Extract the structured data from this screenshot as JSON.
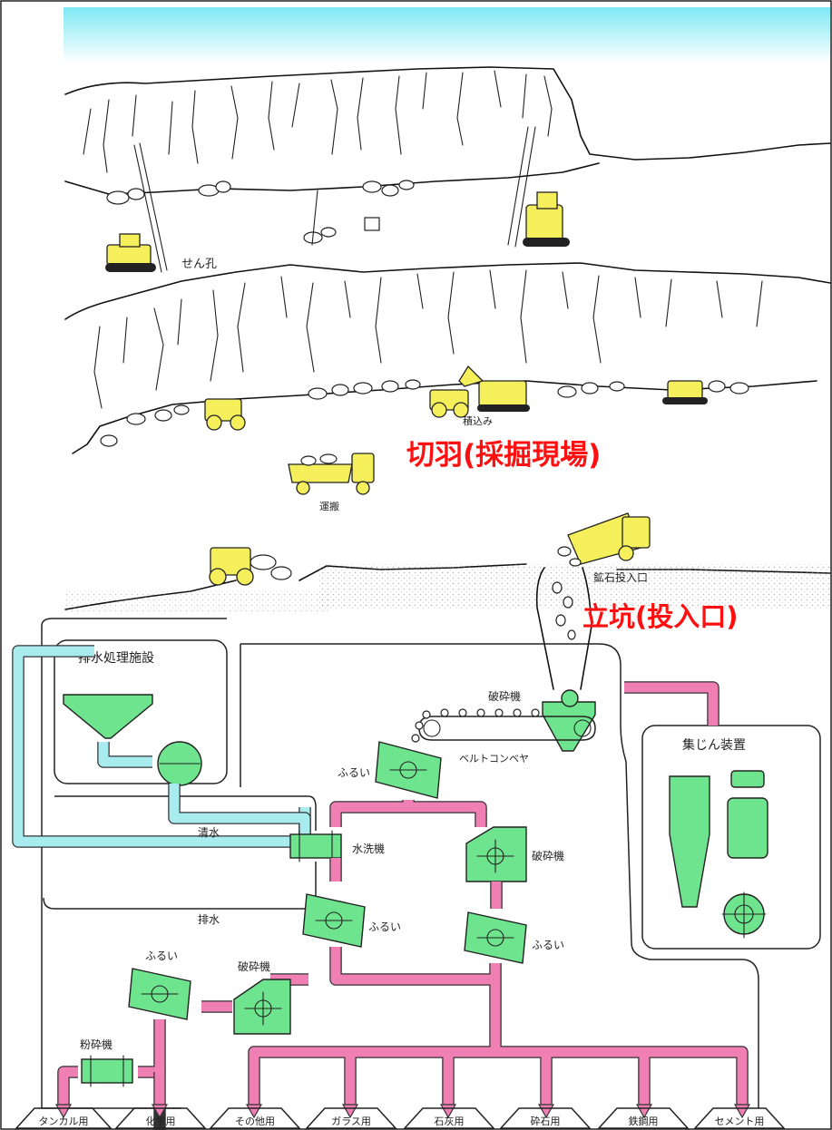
{
  "labels": {
    "drilling": "せん孔",
    "loading": "積込み",
    "hauling": "運搬",
    "ore_inlet": "鉱石投入口",
    "wastewater_facility": "排水処理施設",
    "crusher_top": "破砕機",
    "belt_conveyor": "ベルトコンベヤ",
    "dust_collector": "集じん装置",
    "screen_1": "ふるい",
    "clean_water": "清水",
    "washer": "水洗機",
    "crusher_mid": "破砕機",
    "drain_water": "排水",
    "screen_2": "ふるい",
    "screen_3": "ふるい",
    "screen_4": "ふるい",
    "crusher_left": "破砕機",
    "pulverizer": "粉砕機"
  },
  "highlights": {
    "face_title": "切羽(採掘現場)",
    "shaft_title": "立坑(投入口)"
  },
  "products": [
    "タンカル用",
    "化学用",
    "その他用",
    "ガラス用",
    "石灰用",
    "砕石用",
    "鉄鋼用",
    "セメント用"
  ],
  "colors": {
    "sky_gradient_top": "#7fe8f4",
    "machine_yellow": "#f5ef5c",
    "equipment_green": "#6ee48f",
    "pipe_pink": "#f07fb4",
    "pipe_cyan": "#a8ecf0",
    "highlight_red": "#ff1010"
  }
}
